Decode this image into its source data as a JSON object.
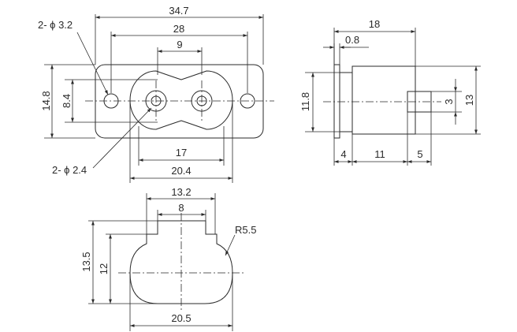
{
  "dims": {
    "w347": "34.7",
    "w28": "28",
    "w9": "9",
    "hole32": "2- ϕ 3.2",
    "h148": "14.8",
    "h84": "8.4",
    "w17": "17",
    "w204": "20.4",
    "pin24": "2- ϕ 2.4",
    "d18": "18",
    "d08": "0.8",
    "h118": "11.8",
    "h3": "3",
    "h13": "13",
    "d4": "4",
    "d11": "11",
    "d5": "5",
    "w132": "13.2",
    "w8": "8",
    "r55": "R5.5",
    "h135": "13.5",
    "h12": "12",
    "w205": "20.5"
  }
}
